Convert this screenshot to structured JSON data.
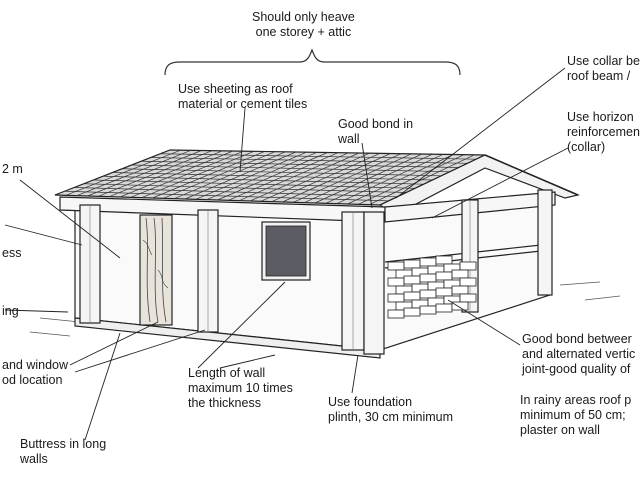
{
  "labels": {
    "storey": [
      "Should only heave",
      "one storey + attic"
    ],
    "sheeting": [
      "Use sheeting as roof",
      "material or cement tiles"
    ],
    "bond_wall": [
      "Good bond in",
      "wall"
    ],
    "collar_beam": [
      "Use collar be",
      "roof beam /"
    ],
    "horizontal": [
      "Use horizon",
      "reinforcemen",
      "(collar)"
    ],
    "height": [
      "2 m"
    ],
    "thickness": [
      "ess"
    ],
    "footing": [
      "ing"
    ],
    "window": [
      "and window",
      "od location"
    ],
    "length": [
      "Length of wall",
      "maximum 10 times",
      "the thickness"
    ],
    "foundation": [
      "Use foundation",
      "plinth, 30 cm minimum"
    ],
    "buttress": [
      "Buttress in long",
      "walls"
    ],
    "bond_between": [
      "Good bond betweer",
      "and alternated vertic",
      "joint-good quality of"
    ],
    "rainy": [
      "In rainy areas roof p",
      "minimum of 50 cm;",
      "plaster on wall"
    ]
  }
}
